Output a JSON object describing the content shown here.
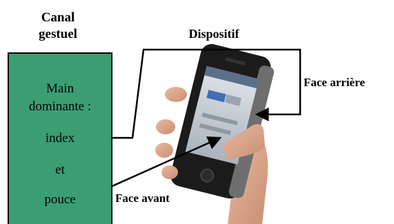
{
  "canal": {
    "title_line1": "Canal",
    "title_line2": "gestuel",
    "main_line1": "Main",
    "main_line2": "dominante :",
    "index": "index",
    "et": "et",
    "pouce": "pouce"
  },
  "labels": {
    "dispositif": "Dispositif",
    "face_arriere": "Face arrière",
    "face_avant": "Face avant"
  },
  "colors": {
    "canal_box_fill": "#3a9e72"
  }
}
